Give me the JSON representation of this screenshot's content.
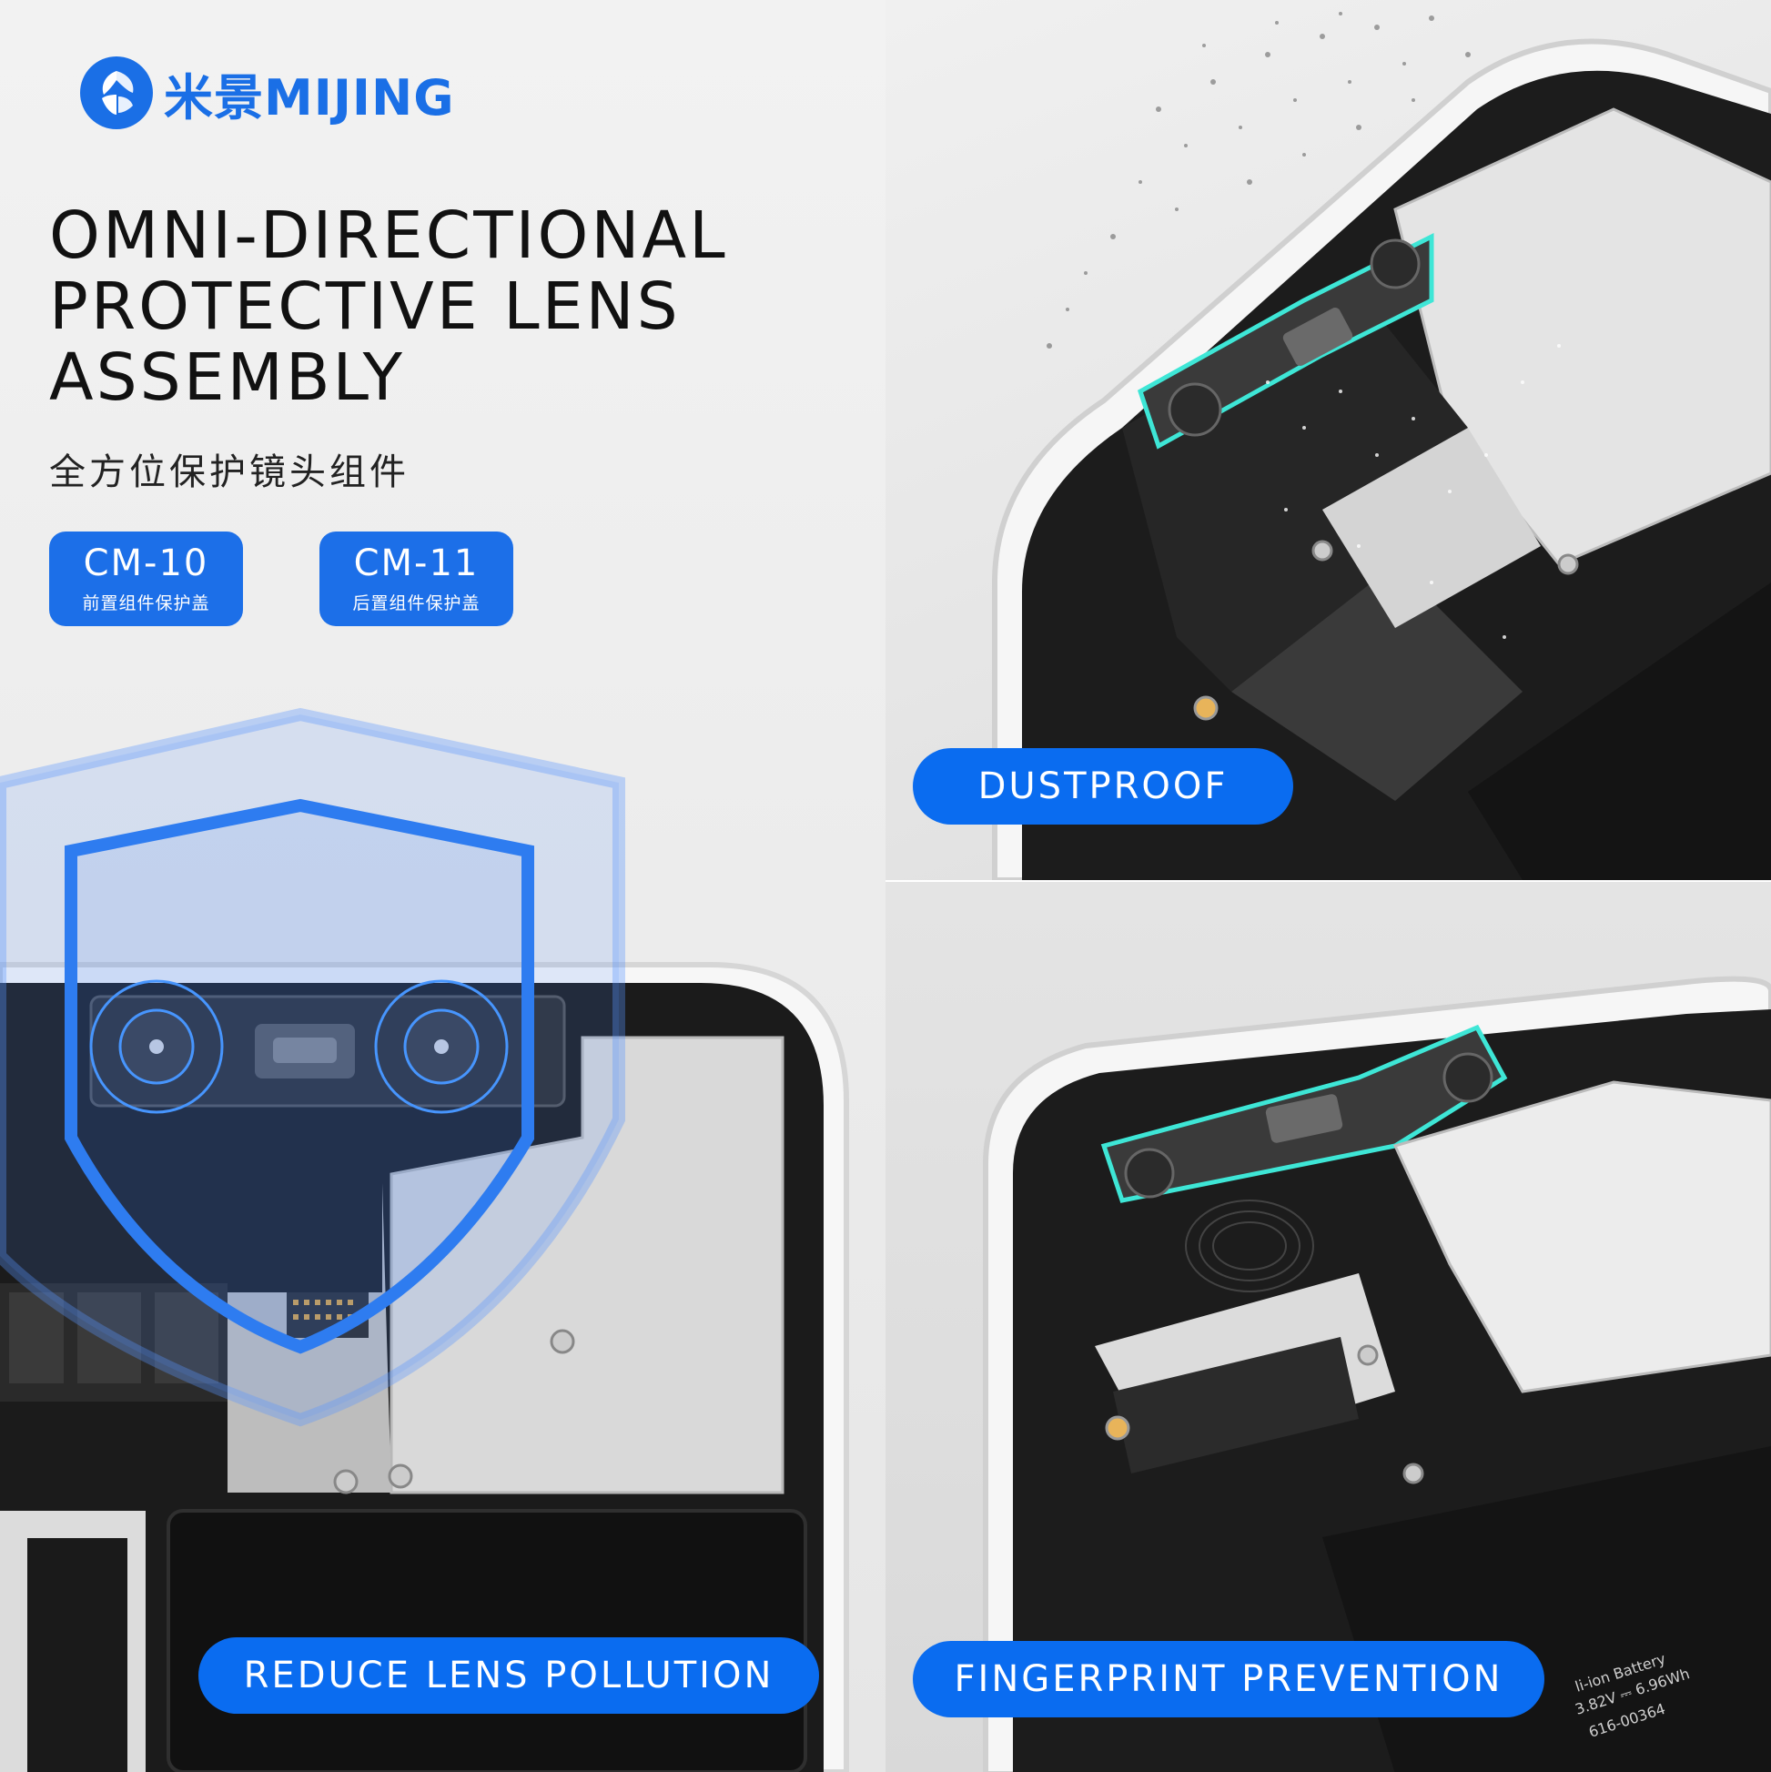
{
  "brand": {
    "name": "米景MIJING",
    "color": "#1a6fe6"
  },
  "headline": {
    "line1": "OMNI-DIRECTIONAL",
    "line2": "PROTECTIVE LENS",
    "line3": "ASSEMBLY",
    "subtitle_cn": "全方位保护镜头组件"
  },
  "products": [
    {
      "code": "CM-10",
      "desc": "前置组件保护盖"
    },
    {
      "code": "CM-11",
      "desc": "后置组件保护盖"
    }
  ],
  "features": {
    "left": "REDUCE LENS POLLUTION",
    "top_right": "DUSTPROOF",
    "bottom_right": "FINGERPRINT PREVENTION"
  },
  "battery_label": {
    "line1": "li-ion Battery",
    "line2": "3.82V ⎓ 6.96Wh",
    "line3": "616-00364"
  },
  "icons": {
    "brand_logo": "butterfly-logo-icon",
    "shield": "shield-icon"
  },
  "colors": {
    "accent": "#1c6fe8",
    "pill": "#0a6cf0",
    "lens_highlight": "#3ee6d6"
  }
}
